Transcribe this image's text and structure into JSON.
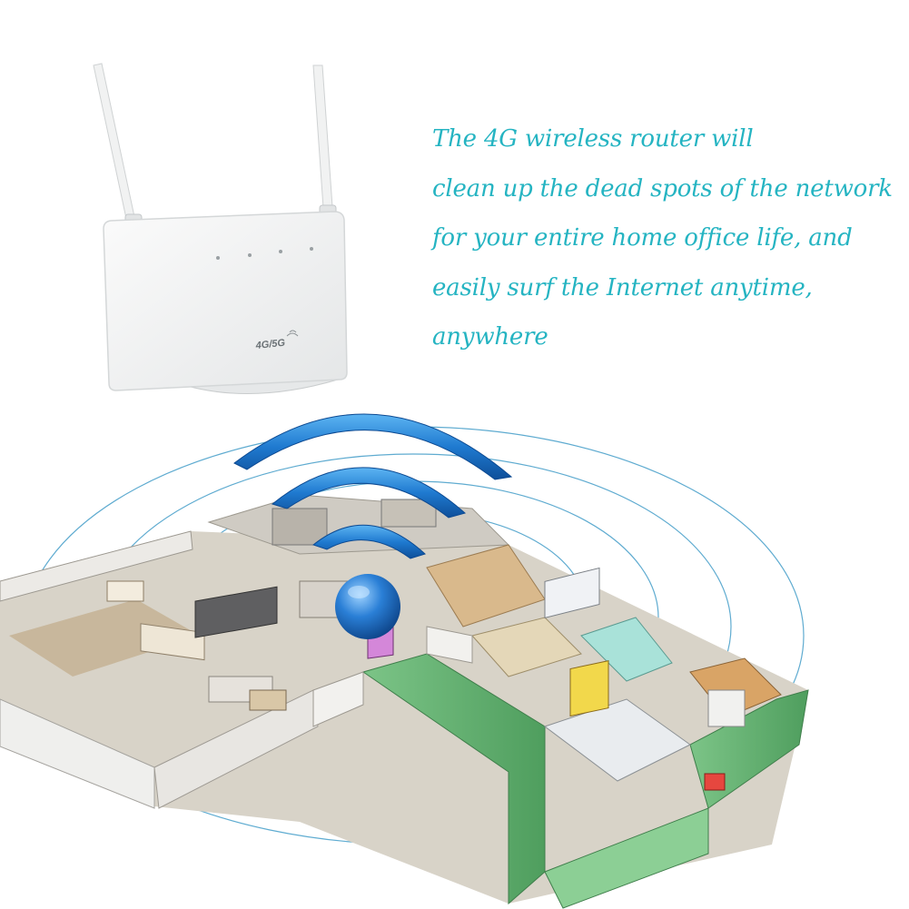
{
  "caption": {
    "lines": [
      "The 4G wireless router will",
      "clean up the dead spots of the network",
      "for your entire home office life, and",
      "easily surf the Internet anytime,",
      "anywhere"
    ],
    "color": "#25b4c2"
  },
  "router": {
    "label": "4G/5G",
    "body_color": "#f3f4f4"
  },
  "wifi_signal": {
    "color": "#1e76c8"
  },
  "house": {
    "wall_green": "#5fae6f",
    "floor_color": "#c9c2b3"
  }
}
